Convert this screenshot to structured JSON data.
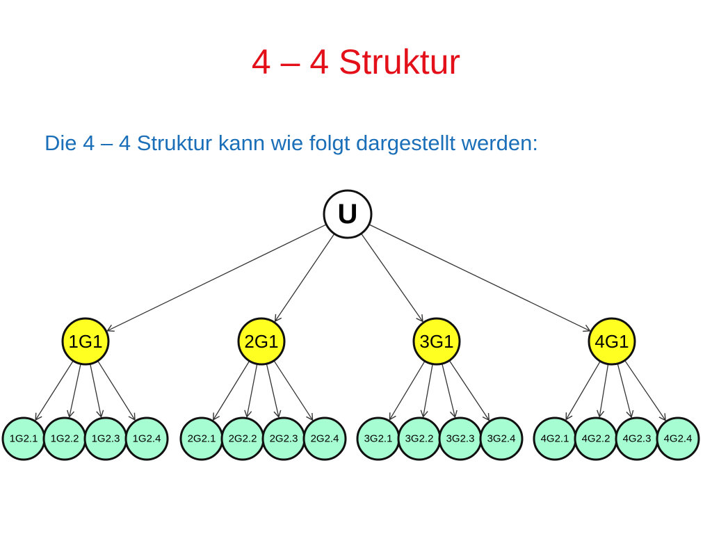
{
  "slide": {
    "title": "4 – 4 Struktur",
    "subtitle": "Die 4 – 4 Struktur kann wie folgt dargestellt werden:"
  },
  "colors": {
    "title": "#e3101a",
    "subtitle": "#1a6fb8",
    "root_fill": "#ffffff",
    "group_fill": "#ffff22",
    "leaf_fill": "#a6fdd1",
    "stroke": "#111111",
    "edge": "#333333"
  },
  "tree": {
    "root": "U",
    "groups": [
      {
        "label": "1G1",
        "children": [
          "1G2.1",
          "1G2.2",
          "1G2.3",
          "1G2.4"
        ]
      },
      {
        "label": "2G1",
        "children": [
          "2G2.1",
          "2G2.2",
          "2G2.3",
          "2G2.4"
        ]
      },
      {
        "label": "3G1",
        "children": [
          "3G2.1",
          "3G2.2",
          "3G2.3",
          "3G2.4"
        ]
      },
      {
        "label": "4G1",
        "children": [
          "4G2.1",
          "4G2.2",
          "4G2.3",
          "4G2.4"
        ]
      }
    ]
  }
}
